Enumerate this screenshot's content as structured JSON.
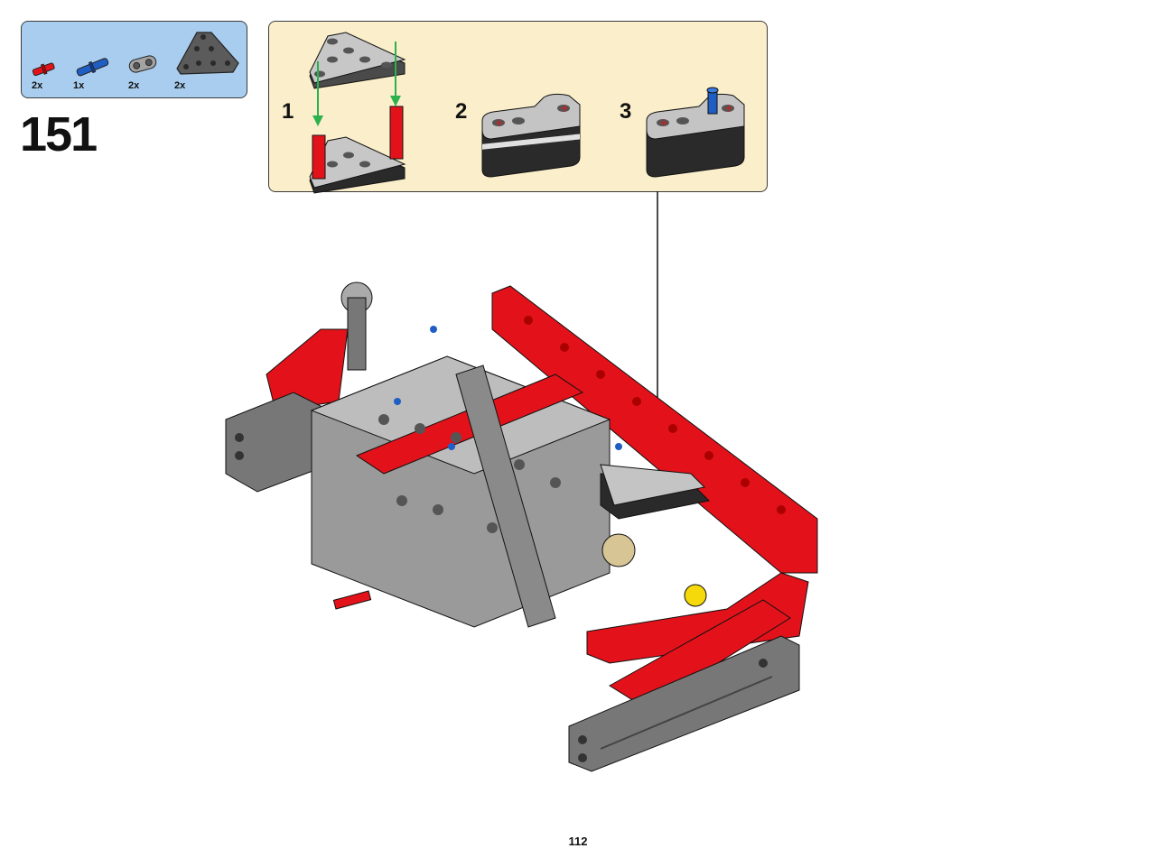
{
  "parts_list": {
    "items": [
      {
        "name": "red-axle-pin",
        "quantity": "2x",
        "color": "#e3121a"
      },
      {
        "name": "blue-axle-pin",
        "quantity": "1x",
        "color": "#1f5fc4"
      },
      {
        "name": "gray-liftarm-1x2",
        "quantity": "2x",
        "color": "#9a9a9a"
      },
      {
        "name": "dark-gray-triangle-liftarm",
        "quantity": "2x",
        "color": "#555555"
      }
    ]
  },
  "step": {
    "number": "151"
  },
  "sub_steps": [
    {
      "number": "1"
    },
    {
      "number": "2"
    },
    {
      "number": "3"
    }
  ],
  "page": {
    "number": "112"
  },
  "colors": {
    "parts_bg": "#a9cdee",
    "substep_bg": "#fbeecb",
    "brick_red": "#e3121a",
    "brick_gray": "#9a9a9a",
    "brick_dark": "#3a3a3a",
    "arrow_green": "#2bb24c"
  }
}
